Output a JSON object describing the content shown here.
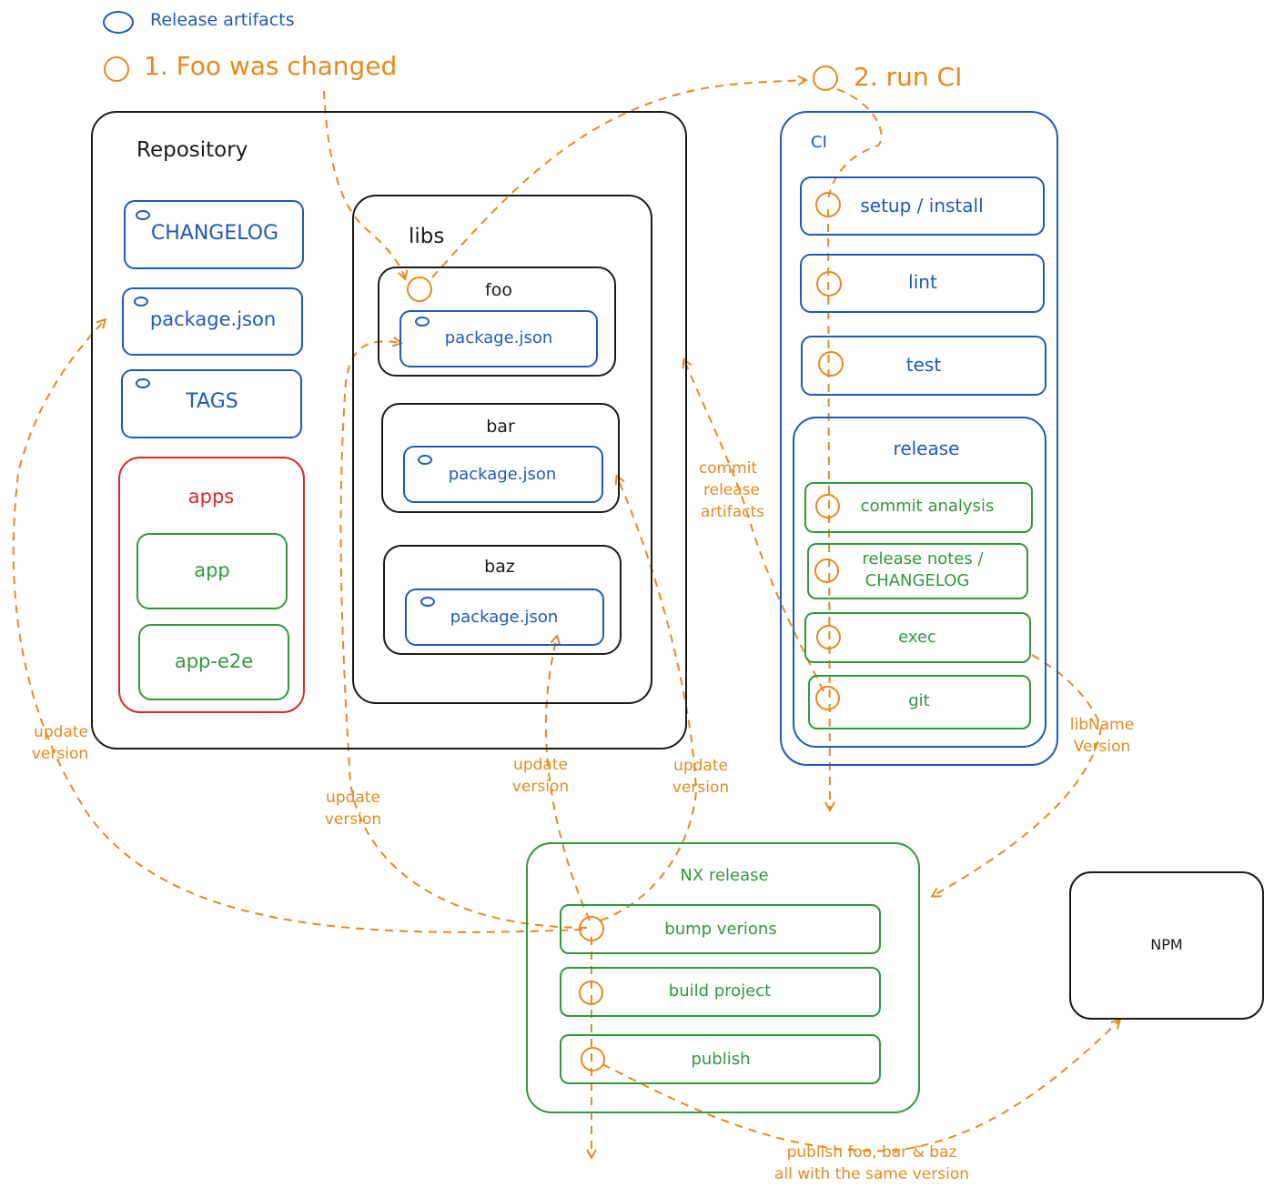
{
  "legend": {
    "release_artifacts": "Release artifacts"
  },
  "steps": {
    "step1": "1. Foo was changed",
    "step2": "2. run CI"
  },
  "repository": {
    "title": "Repository",
    "changelog": "CHANGELOG",
    "package_json": "package.json",
    "tags": "TAGS",
    "apps": {
      "title": "apps",
      "items": [
        "app",
        "app-e2e"
      ]
    },
    "libs": {
      "title": "libs",
      "items": [
        {
          "name": "foo",
          "file": "package.json"
        },
        {
          "name": "bar",
          "file": "package.json"
        },
        {
          "name": "baz",
          "file": "package.json"
        }
      ]
    }
  },
  "ci": {
    "title": "CI",
    "steps": [
      "setup / install",
      "lint",
      "test"
    ],
    "release": {
      "title": "release",
      "steps": [
        "commit analysis",
        "release notes /",
        "CHANGELOG",
        "exec",
        "git"
      ]
    }
  },
  "nx_release": {
    "title": "NX release",
    "steps": [
      "bump verions",
      "build project",
      "publish"
    ]
  },
  "npm": {
    "label": "NPM"
  },
  "annotations": {
    "commit_artifacts": [
      "commit",
      "release",
      "artifacts"
    ],
    "update_version_1": [
      "update",
      "version"
    ],
    "update_version_2": [
      "update",
      "version"
    ],
    "update_version_3": [
      "update",
      "version"
    ],
    "update_version_4": [
      "update",
      "version"
    ],
    "libname_version": [
      "libName",
      "Version"
    ],
    "publish_note": [
      "publish foo, bar & baz",
      "all with the same version"
    ]
  },
  "colors": {
    "artifact": "#1c5bb8",
    "step": "#e8891d",
    "app": "#2f9a3a",
    "apps_group": "#d92a2a",
    "outline": "#1a1a1a"
  }
}
